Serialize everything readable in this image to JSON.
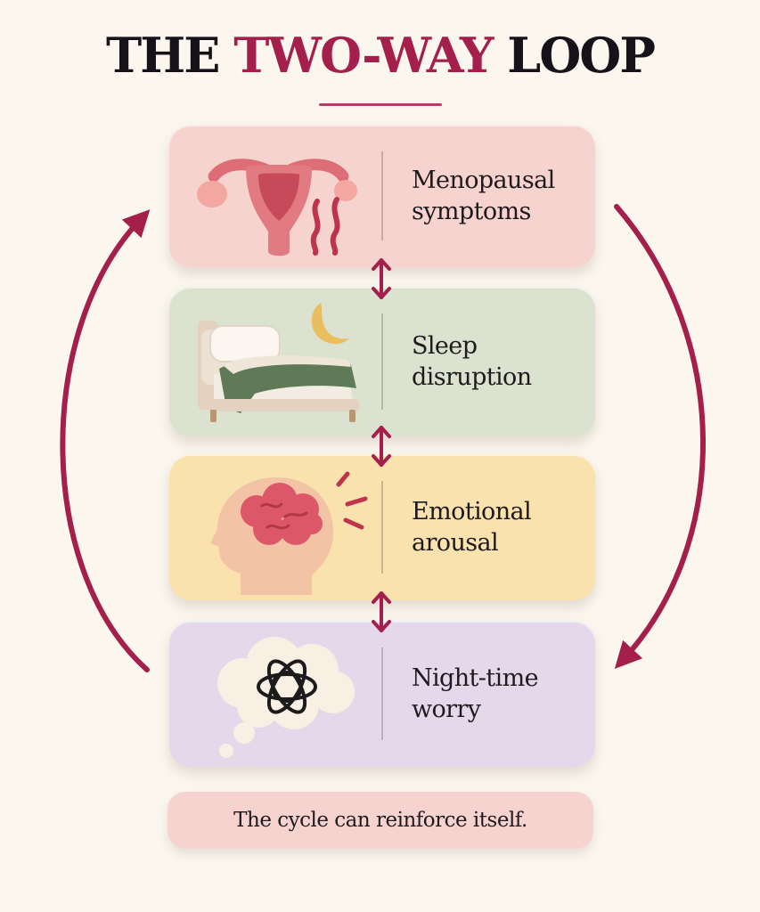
{
  "title": {
    "part1": "THE ",
    "accent": "TWO-WAY",
    "part2": " LOOP"
  },
  "steps": [
    {
      "line1": "Menopausal",
      "line2": "symptoms",
      "icon": "uterus-icon"
    },
    {
      "line1": "Sleep",
      "line2": "disruption",
      "icon": "bed-moon-icon"
    },
    {
      "line1": "Emotional",
      "line2": "arousal",
      "icon": "brain-head-icon"
    },
    {
      "line1": "Night-time",
      "line2": "worry",
      "icon": "thought-cloud-icon"
    }
  ],
  "footer": {
    "text": "The cycle can reinforce itself."
  },
  "colors": {
    "accent": "#a51f4c",
    "card1": "#f7d3cf",
    "card2": "#dbe2cf",
    "card3": "#f9e2ad",
    "card4": "#e4d8ea",
    "background": "#fbf7ef"
  }
}
